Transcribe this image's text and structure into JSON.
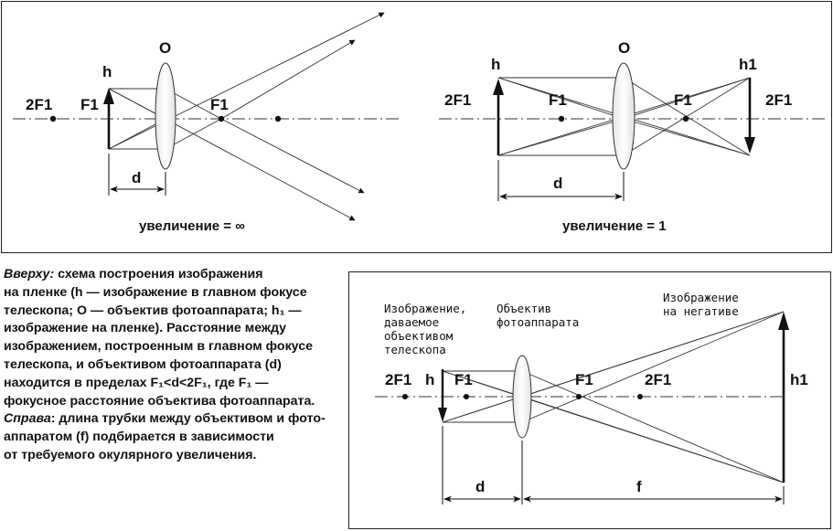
{
  "top_diagrams": {
    "left": {
      "labels": {
        "o": "O",
        "h": "h",
        "f1_left": "F1",
        "f2_left": "2F1",
        "f1_right": "F1",
        "d": "d"
      },
      "caption": "увеличение = ∞"
    },
    "right": {
      "labels": {
        "o": "O",
        "h": "h",
        "h1": "h1",
        "f2_left": "2F1",
        "f1_left": "F1",
        "f1_right": "F1",
        "f2_right": "2F1",
        "d": "d"
      },
      "caption": "увеличение = 1"
    }
  },
  "bottom_diagram": {
    "text_telescope_image": [
      "Изображение,",
      "даваемое",
      "объективом",
      "телескопа"
    ],
    "text_camera_lens": [
      "Объектив",
      "фотоаппарата"
    ],
    "text_negative_image": [
      "Изображение",
      "на негативе"
    ],
    "labels": {
      "f2_left": "2F1",
      "h": "h",
      "f1_left": "F1",
      "f1_right": "F1",
      "f2_right": "2F1",
      "h1": "h1",
      "d": "d",
      "f": "f"
    }
  },
  "caption": {
    "top_label": "Вверху:",
    "line1_rest": " схема построения изображения",
    "line2": "на пленке (h — изображение в главном фокусе",
    "line3": "телескопа; O — объектив фотоаппарата; h₁ —",
    "line4": "изображение на пленке). Расстояние между",
    "line5": "изображением, построенным в главном фокусе",
    "line6": "телескопа, и объективом фотоаппарата (d)",
    "line7": "находится в пределах F₁<d<2F₁, где F₁ —",
    "line8": "фокусное расстояние объектива фотоаппарата.",
    "right_label": "Справа",
    "line9_rest": ": длина трубки между объективом и фото-",
    "line10": "аппаратом (f) подбирается в зависимости",
    "line11": "от требуемого окулярного увеличения."
  }
}
